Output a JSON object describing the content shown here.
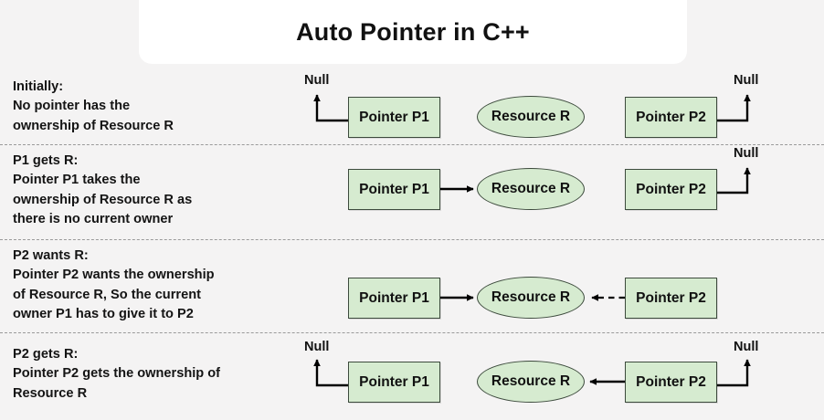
{
  "title": "Auto Pointer in C++",
  "labels": {
    "pointer_p1": "Pointer P1",
    "pointer_p2": "Pointer P2",
    "resource_r": "Resource R",
    "null": "Null"
  },
  "colors": {
    "background": "#f4f3f3",
    "card": "#ffffff",
    "node_fill": "#d6ebd0",
    "node_stroke": "#3c4a3c",
    "text": "#111111",
    "separator": "#9a9a9a",
    "arrow": "#000000"
  },
  "rows": [
    {
      "id": "initially",
      "heading": "Initially:",
      "body": "No pointer has the ownership of Resource R",
      "body_lines": [
        "No pointer has the",
        "ownership of Resource R"
      ],
      "p1_null": true,
      "p2_null": true,
      "p1_to_r": false,
      "p2_to_r": false,
      "p2_to_r_dashed": false
    },
    {
      "id": "p1-gets-r",
      "heading": "P1 gets R:",
      "body": "Pointer P1 takes the ownership of Resource R as there is no current owner",
      "body_lines": [
        "Pointer P1 takes the",
        "ownership of Resource R as",
        "there is no current owner"
      ],
      "p1_null": false,
      "p2_null": true,
      "p1_to_r": true,
      "p2_to_r": false,
      "p2_to_r_dashed": false
    },
    {
      "id": "p2-wants-r",
      "heading": "P2 wants R:",
      "body": "Pointer P2 wants the ownership of Resource R, So the current owner P1 has to give it to P2",
      "body_lines": [
        "Pointer P2 wants the ownership",
        "of Resource R, So the current",
        "owner P1 has to give it to P2"
      ],
      "p1_null": false,
      "p2_null": false,
      "p1_to_r": true,
      "p2_to_r": true,
      "p2_to_r_dashed": true
    },
    {
      "id": "p2-gets-r",
      "heading": "P2 gets R:",
      "body": "Pointer P2 gets the ownership of Resource R",
      "body_lines": [
        "Pointer P2 gets the ownership of",
        "Resource R"
      ],
      "p1_null": true,
      "p2_null": true,
      "p1_to_r": false,
      "p2_to_r": true,
      "p2_to_r_dashed": false
    }
  ],
  "diagram": {
    "type": "state-transition",
    "description": "Four sequential states of auto_ptr ownership transfer between Pointer P1, Resource R and Pointer P2",
    "nodes": [
      "Pointer P1",
      "Resource R",
      "Pointer P2"
    ],
    "separator_count": 3
  }
}
